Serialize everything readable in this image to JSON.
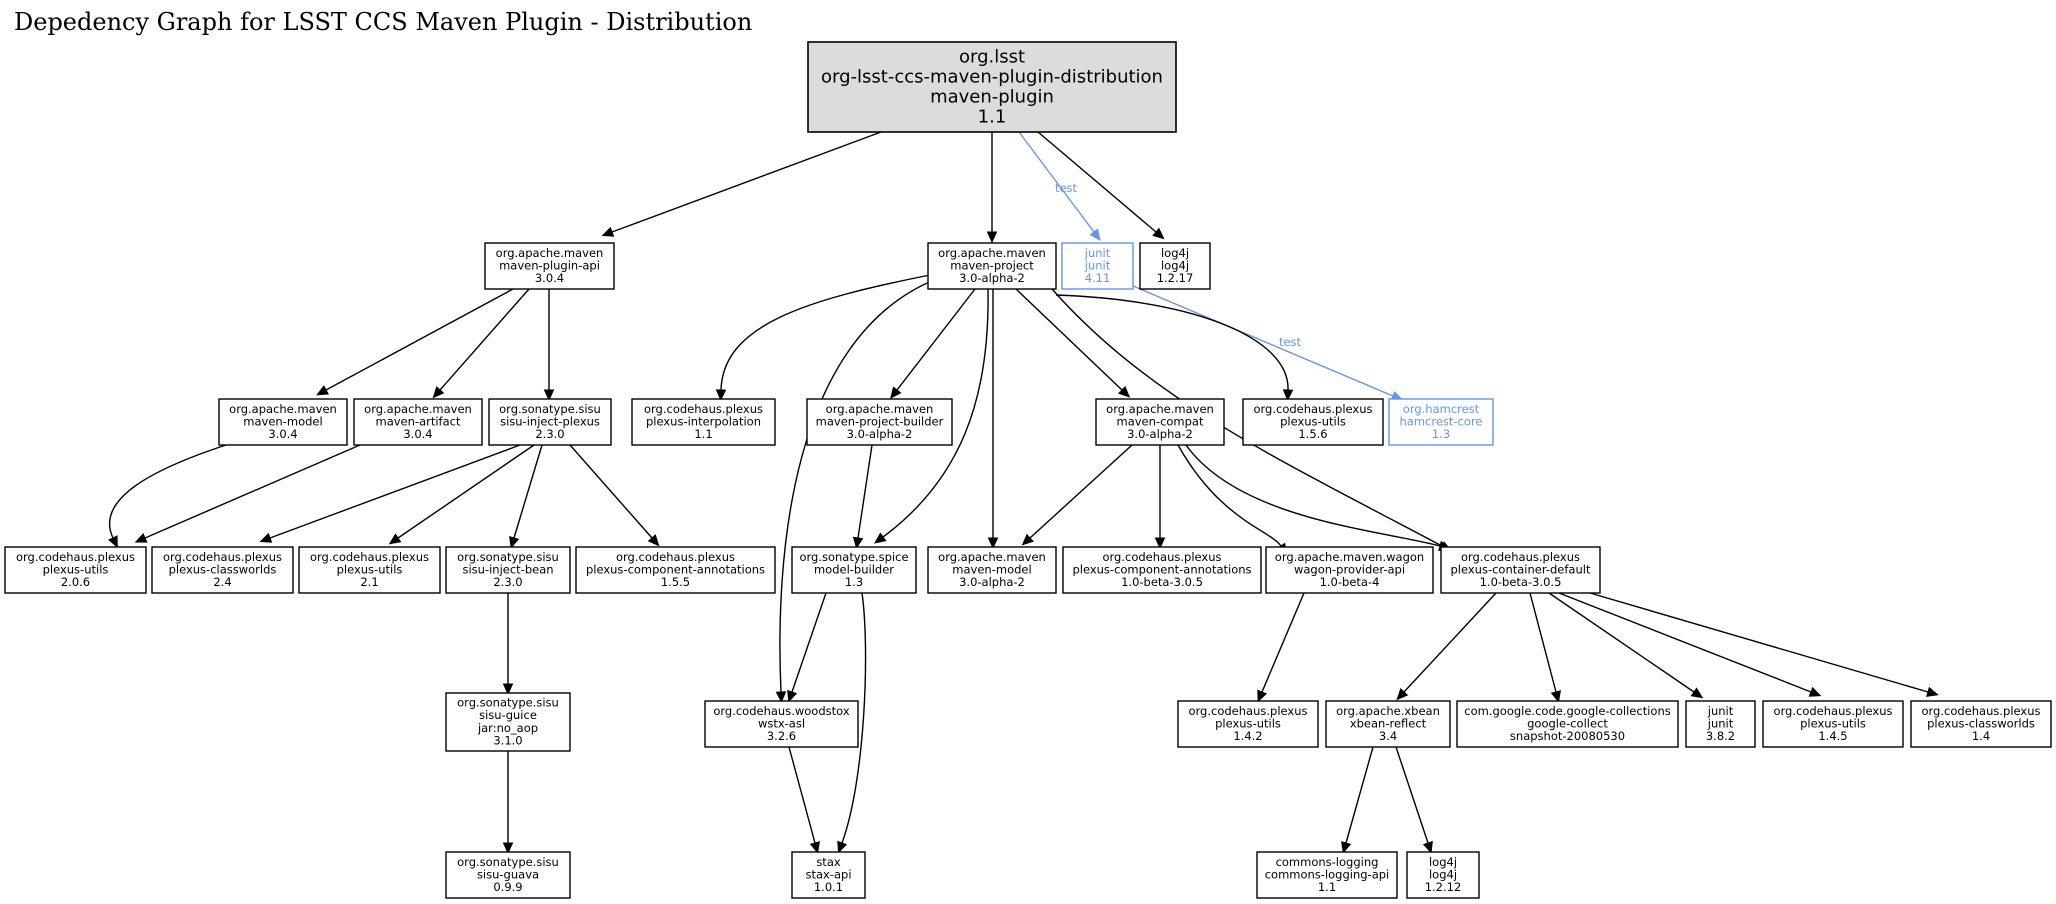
{
  "title": "Depedency Graph for LSST CCS Maven Plugin - Distribution",
  "colors": {
    "root_fill": "#dcdcdc",
    "test_scope": "#6495ed",
    "default": "#000000"
  },
  "nodes": [
    {
      "id": "root",
      "lines": [
        "org.lsst",
        "org-lsst-ccs-maven-plugin-distribution",
        "maven-plugin",
        "1.1"
      ],
      "kind": "root"
    },
    {
      "id": "plugin_api",
      "lines": [
        "org.apache.maven",
        "maven-plugin-api",
        "3.0.4"
      ]
    },
    {
      "id": "maven_project",
      "lines": [
        "org.apache.maven",
        "maven-project",
        "3.0-alpha-2"
      ]
    },
    {
      "id": "junit411",
      "lines": [
        "junit",
        "junit",
        "4.11"
      ],
      "kind": "test"
    },
    {
      "id": "log4j1217",
      "lines": [
        "log4j",
        "log4j",
        "1.2.17"
      ]
    },
    {
      "id": "maven_model_304",
      "lines": [
        "org.apache.maven",
        "maven-model",
        "3.0.4"
      ]
    },
    {
      "id": "maven_artifact",
      "lines": [
        "org.apache.maven",
        "maven-artifact",
        "3.0.4"
      ]
    },
    {
      "id": "sisu_inject_plexus",
      "lines": [
        "org.sonatype.sisu",
        "sisu-inject-plexus",
        "2.3.0"
      ]
    },
    {
      "id": "plexus_interp",
      "lines": [
        "org.codehaus.plexus",
        "plexus-interpolation",
        "1.1"
      ]
    },
    {
      "id": "project_builder",
      "lines": [
        "org.apache.maven",
        "maven-project-builder",
        "3.0-alpha-2"
      ]
    },
    {
      "id": "maven_compat",
      "lines": [
        "org.apache.maven",
        "maven-compat",
        "3.0-alpha-2"
      ]
    },
    {
      "id": "plexus_utils_156",
      "lines": [
        "org.codehaus.plexus",
        "plexus-utils",
        "1.5.6"
      ]
    },
    {
      "id": "hamcrest",
      "lines": [
        "org.hamcrest",
        "hamcrest-core",
        "1.3"
      ],
      "kind": "test"
    },
    {
      "id": "plexus_utils_206",
      "lines": [
        "org.codehaus.plexus",
        "plexus-utils",
        "2.0.6"
      ]
    },
    {
      "id": "classworlds_24",
      "lines": [
        "org.codehaus.plexus",
        "plexus-classworlds",
        "2.4"
      ]
    },
    {
      "id": "plexus_utils_21",
      "lines": [
        "org.codehaus.plexus",
        "plexus-utils",
        "2.1"
      ]
    },
    {
      "id": "sisu_inject_bean",
      "lines": [
        "org.sonatype.sisu",
        "sisu-inject-bean",
        "2.3.0"
      ]
    },
    {
      "id": "comp_annot_155",
      "lines": [
        "org.codehaus.plexus",
        "plexus-component-annotations",
        "1.5.5"
      ]
    },
    {
      "id": "model_builder",
      "lines": [
        "org.sonatype.spice",
        "model-builder",
        "1.3"
      ]
    },
    {
      "id": "maven_model_alpha",
      "lines": [
        "org.apache.maven",
        "maven-model",
        "3.0-alpha-2"
      ]
    },
    {
      "id": "comp_annot_beta",
      "lines": [
        "org.codehaus.plexus",
        "plexus-component-annotations",
        "1.0-beta-3.0.5"
      ]
    },
    {
      "id": "wagon",
      "lines": [
        "org.apache.maven.wagon",
        "wagon-provider-api",
        "1.0-beta-4"
      ]
    },
    {
      "id": "container_default",
      "lines": [
        "org.codehaus.plexus",
        "plexus-container-default",
        "1.0-beta-3.0.5"
      ]
    },
    {
      "id": "sisu_guice",
      "lines": [
        "org.sonatype.sisu",
        "sisu-guice",
        "jar:no_aop",
        "3.1.0"
      ]
    },
    {
      "id": "wstx",
      "lines": [
        "org.codehaus.woodstox",
        "wstx-asl",
        "3.2.6"
      ]
    },
    {
      "id": "plexus_utils_142",
      "lines": [
        "org.codehaus.plexus",
        "plexus-utils",
        "1.4.2"
      ]
    },
    {
      "id": "xbean",
      "lines": [
        "org.apache.xbean",
        "xbean-reflect",
        "3.4"
      ]
    },
    {
      "id": "google_collect",
      "lines": [
        "com.google.code.google-collections",
        "google-collect",
        "snapshot-20080530"
      ]
    },
    {
      "id": "junit382",
      "lines": [
        "junit",
        "junit",
        "3.8.2"
      ]
    },
    {
      "id": "plexus_utils_145",
      "lines": [
        "org.codehaus.plexus",
        "plexus-utils",
        "1.4.5"
      ]
    },
    {
      "id": "classworlds_14",
      "lines": [
        "org.codehaus.plexus",
        "plexus-classworlds",
        "1.4"
      ]
    },
    {
      "id": "sisu_guava",
      "lines": [
        "org.sonatype.sisu",
        "sisu-guava",
        "0.9.9"
      ]
    },
    {
      "id": "stax",
      "lines": [
        "stax",
        "stax-api",
        "1.0.1"
      ]
    },
    {
      "id": "commons_logging",
      "lines": [
        "commons-logging",
        "commons-logging-api",
        "1.1"
      ]
    },
    {
      "id": "log4j1212",
      "lines": [
        "log4j",
        "log4j",
        "1.2.12"
      ]
    }
  ],
  "edges": [
    {
      "from": "root",
      "to": "plugin_api"
    },
    {
      "from": "root",
      "to": "maven_project"
    },
    {
      "from": "root",
      "to": "junit411",
      "label": "test",
      "kind": "test"
    },
    {
      "from": "root",
      "to": "log4j1217"
    },
    {
      "from": "plugin_api",
      "to": "maven_model_304"
    },
    {
      "from": "plugin_api",
      "to": "maven_artifact"
    },
    {
      "from": "plugin_api",
      "to": "sisu_inject_plexus"
    },
    {
      "from": "junit411",
      "to": "hamcrest",
      "label": "test",
      "kind": "test"
    },
    {
      "from": "maven_project",
      "to": "plexus_interp"
    },
    {
      "from": "maven_project",
      "to": "wstx"
    },
    {
      "from": "maven_project",
      "to": "project_builder"
    },
    {
      "from": "maven_project",
      "to": "model_builder"
    },
    {
      "from": "maven_project",
      "to": "maven_model_alpha"
    },
    {
      "from": "maven_project",
      "to": "maven_compat"
    },
    {
      "from": "maven_project",
      "to": "container_default"
    },
    {
      "from": "maven_project",
      "to": "plexus_utils_156"
    },
    {
      "from": "maven_model_304",
      "to": "plexus_utils_206"
    },
    {
      "from": "maven_artifact",
      "to": "plexus_utils_206"
    },
    {
      "from": "sisu_inject_plexus",
      "to": "classworlds_24"
    },
    {
      "from": "sisu_inject_plexus",
      "to": "plexus_utils_21"
    },
    {
      "from": "sisu_inject_plexus",
      "to": "sisu_inject_bean"
    },
    {
      "from": "sisu_inject_plexus",
      "to": "comp_annot_155"
    },
    {
      "from": "project_builder",
      "to": "model_builder"
    },
    {
      "from": "maven_compat",
      "to": "maven_model_alpha"
    },
    {
      "from": "maven_compat",
      "to": "comp_annot_beta"
    },
    {
      "from": "maven_compat",
      "to": "wagon"
    },
    {
      "from": "maven_compat",
      "to": "container_default"
    },
    {
      "from": "sisu_inject_bean",
      "to": "sisu_guice"
    },
    {
      "from": "sisu_guice",
      "to": "sisu_guava"
    },
    {
      "from": "model_builder",
      "to": "wstx"
    },
    {
      "from": "model_builder",
      "to": "stax"
    },
    {
      "from": "wstx",
      "to": "stax"
    },
    {
      "from": "wagon",
      "to": "plexus_utils_142"
    },
    {
      "from": "container_default",
      "to": "xbean"
    },
    {
      "from": "container_default",
      "to": "google_collect"
    },
    {
      "from": "container_default",
      "to": "junit382"
    },
    {
      "from": "container_default",
      "to": "plexus_utils_145"
    },
    {
      "from": "container_default",
      "to": "classworlds_14"
    },
    {
      "from": "xbean",
      "to": "commons_logging"
    },
    {
      "from": "xbean",
      "to": "log4j1212"
    }
  ]
}
